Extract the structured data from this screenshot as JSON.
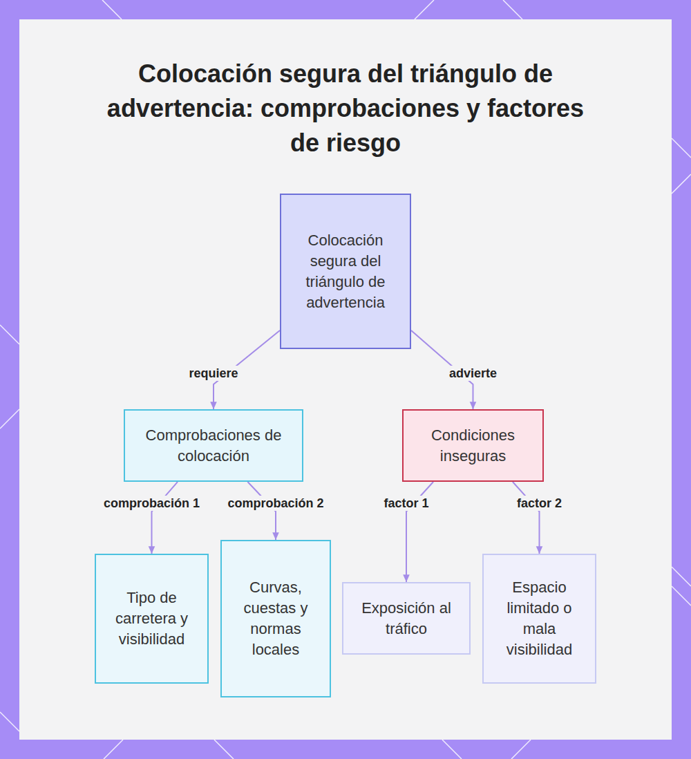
{
  "diagram": {
    "title": "Colocación segura del triángulo de advertencia: comprobaciones y factores de riesgo",
    "nodes": [
      {
        "text": [
          "Colocación segura del triángulo de advertencia"
        ]
      },
      {
        "text": [
          "Comprobaciones de colocación"
        ]
      },
      {
        "text": [
          "Condiciones inseguras"
        ]
      },
      {
        "text": [
          "Tipo de carretera y visibilidad"
        ]
      },
      {
        "text": [
          "Curvas, cuestas y normas locales"
        ]
      },
      {
        "text": [
          "Exposición al tráfico"
        ]
      },
      {
        "text": [
          "Espacio limitado o mala visibilidad"
        ]
      }
    ],
    "edges": [
      {
        "from": 0,
        "to": 1,
        "label": "requiere",
        "arrow": "to"
      },
      {
        "from": 0,
        "to": 2,
        "label": "advierte",
        "arrow": "to"
      },
      {
        "from": 1,
        "to": 3,
        "label": "comprobación 1",
        "arrow": "to"
      },
      {
        "from": 1,
        "to": 4,
        "label": "comprobación 2",
        "arrow": "to"
      },
      {
        "from": 2,
        "to": 5,
        "label": "factor 1",
        "arrow": "to"
      },
      {
        "from": 2,
        "to": 6,
        "label": "factor 2",
        "arrow": "to"
      }
    ]
  }
}
